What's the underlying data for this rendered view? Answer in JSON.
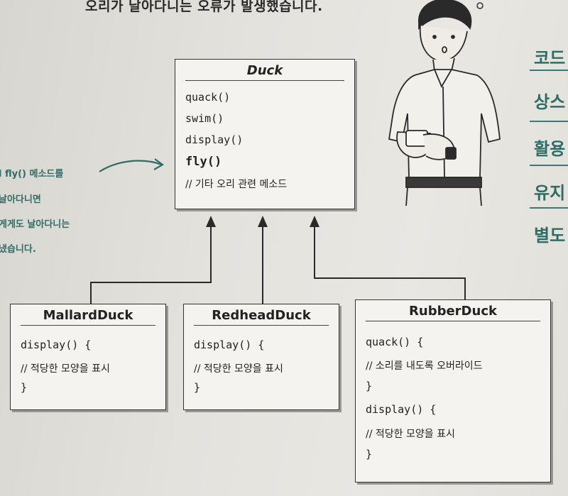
{
  "heading": "오리가 날아다니는 오류가 발생했습니다.",
  "duck": {
    "name": "Duck",
    "methods": [
      "quack()",
      "swim()",
      "display()",
      "fly()",
      "// 기타 오리 관련 메소드"
    ]
  },
  "mallard": {
    "name": "MallardDuck",
    "lines": [
      "display() {",
      "// 적당한 모양을 표시",
      "}"
    ]
  },
  "redhead": {
    "name": "RedheadDuck",
    "lines": [
      "display() {",
      "// 적당한 모양을 표시",
      "}"
    ]
  },
  "rubber": {
    "name": "RubberDuck",
    "lines": [
      "quack() {",
      "// 소리를 내도록 오버라이드",
      "}",
      "display() {",
      "// 적당한 모양을 표시",
      "}"
    ]
  },
  "note": {
    "lines": [
      "l fly() 메소드를",
      "날아다니면",
      "게게도 날아다니는",
      "냈습니다."
    ]
  },
  "side_words": [
    "코드",
    "상스",
    "활용",
    "유지",
    "별도"
  ],
  "colors": {
    "accent": "#2e6d66",
    "box_fill": "#f4f3ef",
    "line": "#333333"
  }
}
